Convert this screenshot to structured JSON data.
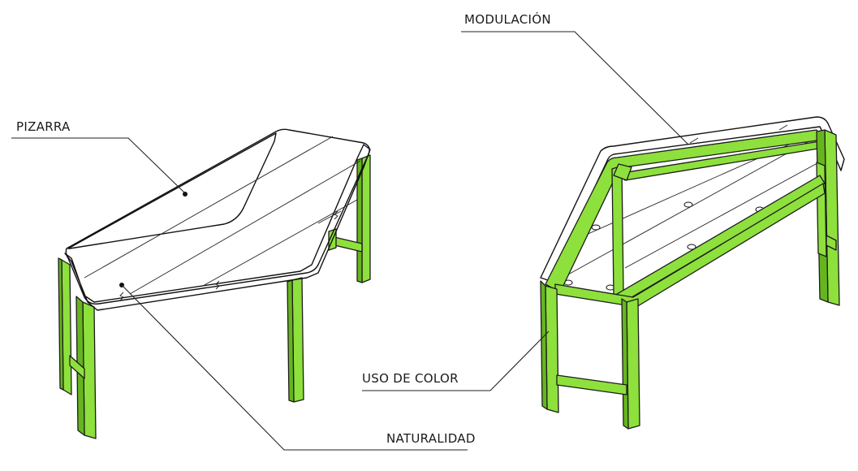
{
  "labels": {
    "pizarra": "PIZARRA",
    "naturalidad": "NATURALIDAD",
    "modulacion": "MODULACIÓN",
    "uso_de_color": "USO DE COLOR"
  },
  "colors": {
    "frame_green": "#8ee03c",
    "frame_green_dark": "#66b51f",
    "board_gray": "#a6a6a6",
    "top_white": "#ffffff",
    "line": "#111111"
  }
}
